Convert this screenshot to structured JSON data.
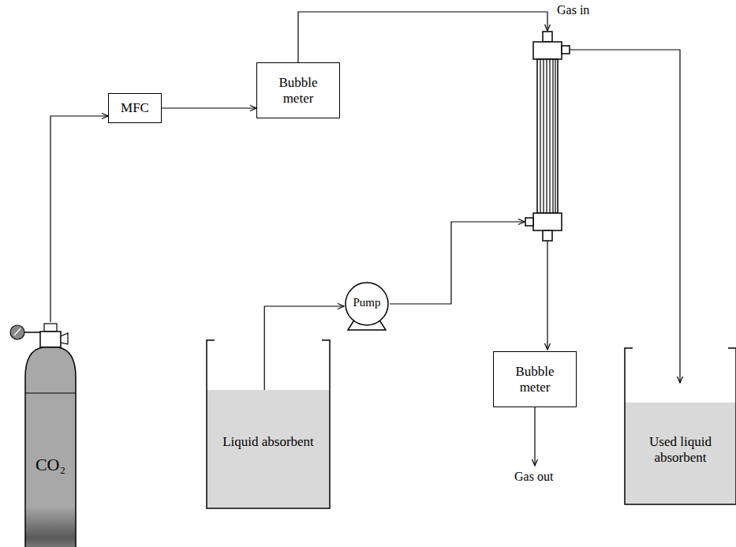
{
  "diagram": {
    "nodes": [
      {
        "text": [
          "MFC"
        ]
      },
      {
        "text": [
          "Bubble meter"
        ]
      },
      {
        "text": [
          "Liquid absorbent"
        ]
      },
      {
        "text": [
          "Pump"
        ]
      },
      {
        "text": [
          "Bubble meter"
        ]
      },
      {
        "text": [
          "Used liquid absorbent"
        ]
      },
      {
        "text": [
          "CO₂"
        ]
      }
    ],
    "edges": [
      {
        "from": 6,
        "to": 0,
        "arrow": "to"
      },
      {
        "from": 0,
        "to": 1,
        "arrow": "to"
      },
      {
        "from": 2,
        "to": 3,
        "arrow": "to"
      }
    ],
    "labels": [
      "Gas in",
      "Gas out"
    ]
  }
}
